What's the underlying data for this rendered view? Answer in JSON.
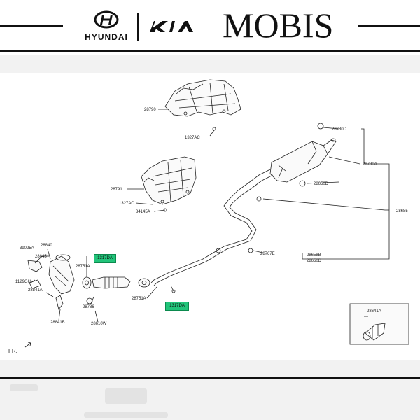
{
  "brands": {
    "hyundai": "HYUNDAI",
    "kia": "KIA",
    "mobis": "MOBIS"
  },
  "diagram": {
    "parts": {
      "p28790": "28790",
      "p1327ac_a": "1327AC",
      "p28791": "28791",
      "p1327ac_b": "1327AC",
      "p84145a": "84145A",
      "p28780d": "28780D",
      "p28730a": "28730A",
      "p28650d": "28650D",
      "p28685": "28685",
      "p28767e": "28767E",
      "p28658b": "28658B",
      "p28650d_b": "28650D",
      "p39025a": "39025A",
      "p28840": "28840",
      "p28845": "28845",
      "p1129gu": "1129GU",
      "p28841a": "28841A",
      "p28841b": "28841B",
      "p28751a": "28751A",
      "p28786": "28786",
      "p28610w": "28610W",
      "p28751a_b": "28751A",
      "p28641a": "28641A"
    },
    "callouts": {
      "top": "1317DA",
      "bottom": "1317DA"
    },
    "front_marker": "FR."
  }
}
